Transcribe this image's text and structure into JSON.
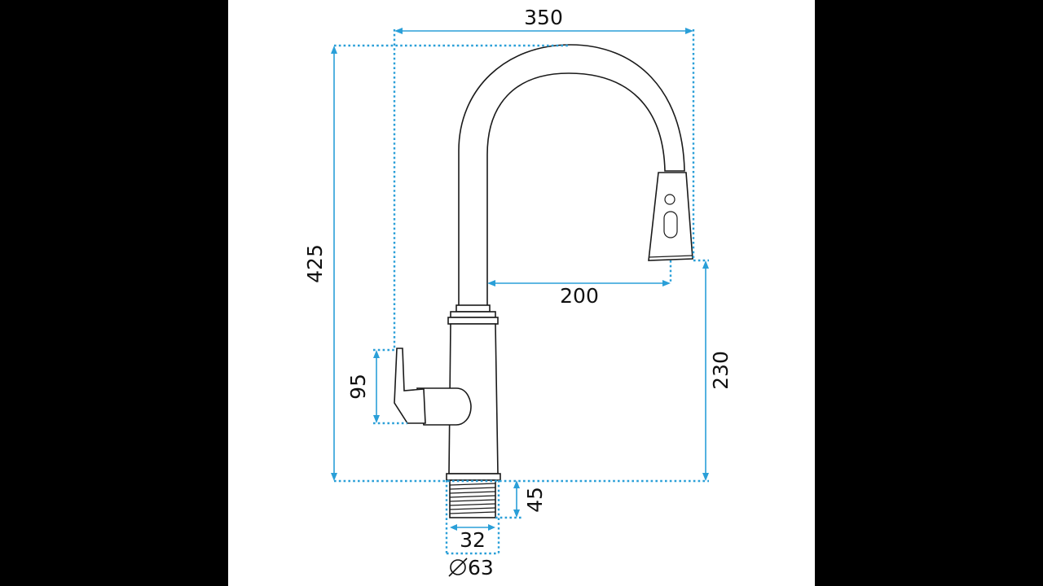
{
  "diagram": {
    "dimensions": {
      "width_total": "350",
      "height_total": "425",
      "spout_reach": "200",
      "spout_height": "230",
      "handle_height": "95",
      "thread_length": "45",
      "thread_diameter": "32",
      "base_diameter": "63"
    },
    "colors": {
      "dimension_line": "#2a9fd8",
      "outline": "#1a1a1a",
      "background": "#ffffff",
      "frame": "#000000"
    }
  }
}
